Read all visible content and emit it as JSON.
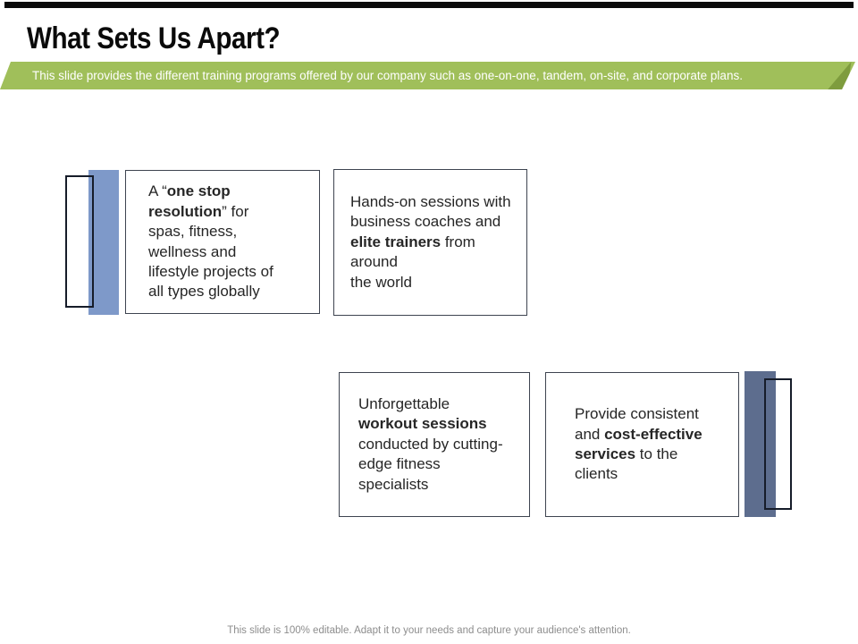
{
  "slide": {
    "title": "What Sets Us Apart?",
    "subtitle": "This slide provides the different training programs offered by our company such as one-on-one, tandem, on-site, and corporate plans.",
    "footer": "This slide is 100% editable. Adapt it to your needs and capture your audience's attention.",
    "colors": {
      "banner_green": "#a0bf5a",
      "banner_fold_green": "#7e9c3e",
      "accent_bar_blue": "#7e99c9",
      "accent_bar_slate": "#5d6d8e",
      "card_border": "#3e4450",
      "outline_rect_border": "#161c29",
      "title_black": "#0a0a0a",
      "body_text": "#262626",
      "footer_gray": "#8d8d8d"
    },
    "cards": [
      {
        "segments": {
          "pre": "A “",
          "bold": "one stop\nresolution",
          "post": "” for\nspas, fitness,\nwellness and\nlifestyle projects of\nall types globally"
        }
      },
      {
        "segments": {
          "pre": "Hands-on sessions with\nbusiness coaches and\n",
          "bold": "elite trainers",
          "post": " from around\nthe world"
        }
      },
      {
        "segments": {
          "pre": "Unforgettable\n",
          "bold": "workout sessions",
          "post": "\nconducted by cutting-\nedge fitness\nspecialists"
        }
      },
      {
        "segments": {
          "pre": "Provide consistent\nand ",
          "bold": "cost-effective\nservices",
          "post": " to the\nclients"
        }
      }
    ]
  }
}
